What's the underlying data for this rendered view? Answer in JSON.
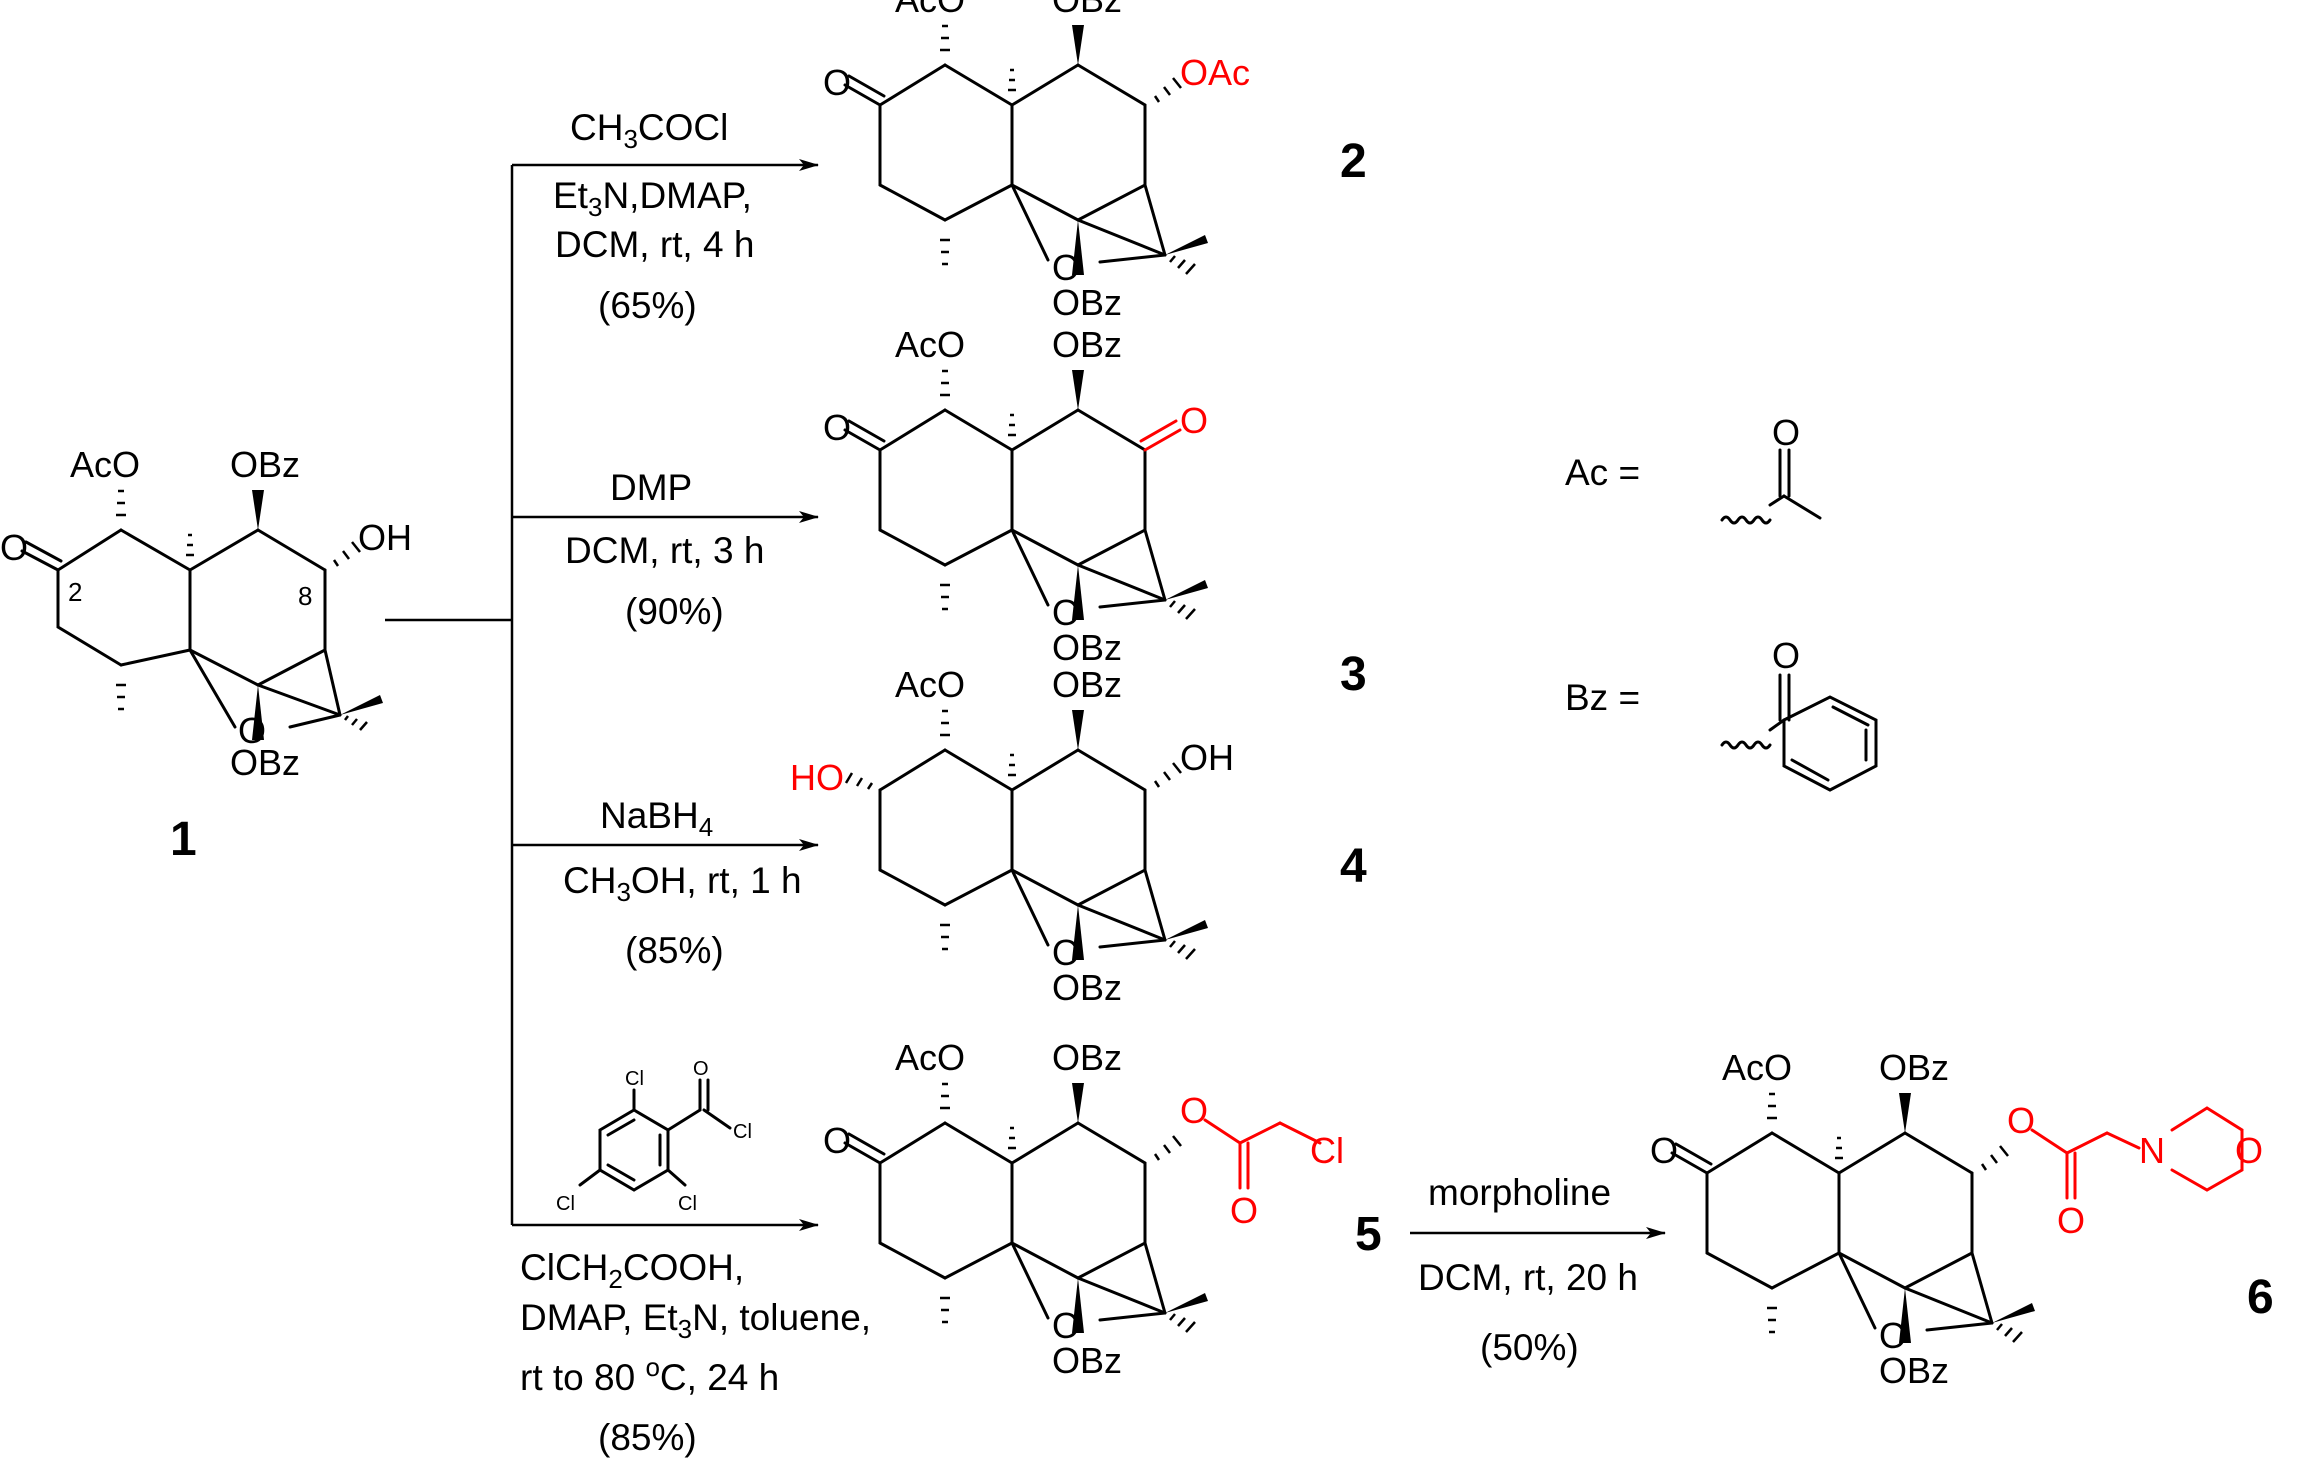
{
  "compounds": {
    "c1": {
      "number": "1",
      "acetate": "AcO",
      "bz_top": "OBz",
      "bz_bottom": "OBz",
      "ketone_o": "O",
      "ring_o": "O",
      "hydroxyl": "OH",
      "pos_2": "2",
      "pos_8": "8"
    },
    "c2": {
      "number": "2",
      "acetate": "AcO",
      "bz_top": "OBz",
      "bz_bottom": "OBz",
      "ketone_o": "O",
      "ring_o": "O",
      "new_group": "OAc"
    },
    "c3": {
      "number": "3",
      "acetate": "AcO",
      "bz_top": "OBz",
      "bz_bottom": "OBz",
      "ketone_o": "O",
      "ring_o": "O",
      "new_group": "O"
    },
    "c4": {
      "number": "4",
      "acetate": "AcO",
      "bz_top": "OBz",
      "bz_bottom": "OBz",
      "ring_o": "O",
      "new_group": "HO",
      "hydroxyl": "OH"
    },
    "c5": {
      "number": "5",
      "acetate": "AcO",
      "bz_top": "OBz",
      "bz_bottom": "OBz",
      "ketone_o": "O",
      "ring_o": "O",
      "ester_o": "O",
      "carbonyl_o": "O",
      "chloro": "Cl"
    },
    "c6": {
      "number": "6",
      "acetate": "AcO",
      "bz_top": "OBz",
      "bz_bottom": "OBz",
      "ketone_o": "O",
      "ring_o": "O",
      "ester_o": "O",
      "carbonyl_o": "O",
      "amine_n": "N",
      "morph_o": "O"
    }
  },
  "reactions": {
    "r2": {
      "reagent": "CH3COCl",
      "line2": "Et3N,DMAP,",
      "line3": "DCM, rt, 4 h",
      "yield": "(65%)"
    },
    "r3": {
      "reagent": "DMP",
      "line2": "DCM, rt, 3 h",
      "yield": "(90%)"
    },
    "r4": {
      "reagent": "NaBH4",
      "line2": "CH3OH, rt, 1 h",
      "yield": "(85%)"
    },
    "r5": {
      "reagent_cl_top": "Cl",
      "reagent_cl_left": "Cl",
      "reagent_cl_right": "Cl",
      "reagent_cl_acyl": "Cl",
      "reagent_o": "O",
      "line1": "ClCH2COOH,",
      "line2": "DMAP, Et3N, toluene,",
      "line3": "rt to 80 oC, 24 h",
      "yield": "(85%)"
    },
    "r6": {
      "reagent": "morpholine",
      "line2": "DCM, rt, 20 h",
      "yield": "(50%)"
    }
  },
  "legend": {
    "ac_label": "Ac =",
    "ac_o": "O",
    "bz_label": "Bz =",
    "bz_o": "O"
  }
}
